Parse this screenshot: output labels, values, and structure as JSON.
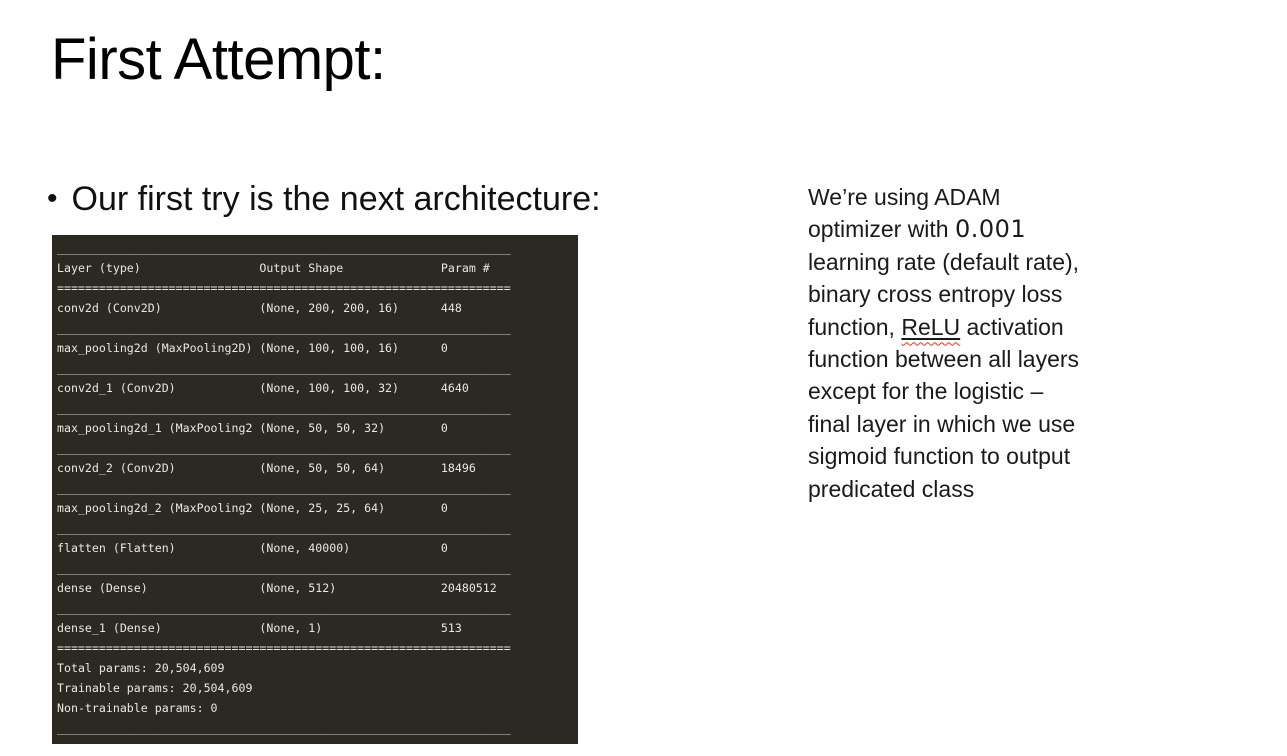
{
  "slide": {
    "title": "First Attempt:",
    "bullet": {
      "marker": "•",
      "text": "Our first try is the next architecture:"
    },
    "terminal": {
      "header": [
        "Layer (type)",
        "Output Shape",
        "Param #"
      ],
      "layers": [
        {
          "layer": "conv2d (Conv2D)",
          "output_shape": "(None, 200, 200, 16)",
          "params": "448"
        },
        {
          "layer": "max_pooling2d (MaxPooling2D)",
          "output_shape": "(None, 100, 100, 16)",
          "params": "0"
        },
        {
          "layer": "conv2d_1 (Conv2D)",
          "output_shape": "(None, 100, 100, 32)",
          "params": "4640"
        },
        {
          "layer": "max_pooling2d_1 (MaxPooling2",
          "output_shape": "(None, 50, 50, 32)",
          "params": "0"
        },
        {
          "layer": "conv2d_2 (Conv2D)",
          "output_shape": "(None, 50, 50, 64)",
          "params": "18496"
        },
        {
          "layer": "max_pooling2d_2 (MaxPooling2",
          "output_shape": "(None, 25, 25, 64)",
          "params": "0"
        },
        {
          "layer": "flatten (Flatten)",
          "output_shape": "(None, 40000)",
          "params": "0"
        },
        {
          "layer": "dense (Dense)",
          "output_shape": "(None, 512)",
          "params": "20480512"
        },
        {
          "layer": "dense_1 (Dense)",
          "output_shape": "(None, 1)",
          "params": "513"
        }
      ],
      "totals": {
        "total_params": "Total params: 20,504,609",
        "trainable_params": "Trainable params: 20,504,609",
        "non_trainable_params": "Non-trainable params: 0"
      },
      "lines": [
        "_________________________________________________________________",
        "Layer (type)                 Output Shape              Param #",
        "=================================================================",
        "conv2d (Conv2D)              (None, 200, 200, 16)      448",
        "_________________________________________________________________",
        "max_pooling2d (MaxPooling2D) (None, 100, 100, 16)      0",
        "_________________________________________________________________",
        "conv2d_1 (Conv2D)            (None, 100, 100, 32)      4640",
        "_________________________________________________________________",
        "max_pooling2d_1 (MaxPooling2 (None, 50, 50, 32)        0",
        "_________________________________________________________________",
        "conv2d_2 (Conv2D)            (None, 50, 50, 64)        18496",
        "_________________________________________________________________",
        "max_pooling2d_2 (MaxPooling2 (None, 25, 25, 64)        0",
        "_________________________________________________________________",
        "flatten (Flatten)            (None, 40000)             0",
        "_________________________________________________________________",
        "dense (Dense)                (None, 512)               20480512",
        "_________________________________________________________________",
        "dense_1 (Dense)              (None, 1)                 513",
        "=================================================================",
        "Total params: 20,504,609",
        "Trainable params: 20,504,609",
        "Non-trainable params: 0",
        "_________________________________________________________________"
      ]
    },
    "note": {
      "lines": [
        [
          {
            "t": "We’re using ADAM"
          }
        ],
        [
          {
            "t": "optimizer with "
          },
          {
            "t": "0.001",
            "style": "alt"
          }
        ],
        [
          {
            "t": "learning rate (default rate),"
          }
        ],
        [
          {
            "t": "binary cross entropy loss"
          }
        ],
        [
          {
            "t": "function, "
          },
          {
            "t": "ReLU",
            "style": "relu"
          },
          {
            "t": " activation"
          }
        ],
        [
          {
            "t": "function between all layers"
          }
        ],
        [
          {
            "t": "except for the logistic –"
          }
        ],
        [
          {
            "t": "final layer in which we use"
          }
        ],
        [
          {
            "t": "sigmoid function to output"
          }
        ],
        [
          {
            "t": "predicated class"
          }
        ]
      ]
    },
    "colors": {
      "slide_bg": "#ffffff",
      "text": "#111111",
      "terminal_bg": "#2a2922",
      "terminal_fg": "#eae8df",
      "spellcheck_red": "#e03b24"
    }
  }
}
